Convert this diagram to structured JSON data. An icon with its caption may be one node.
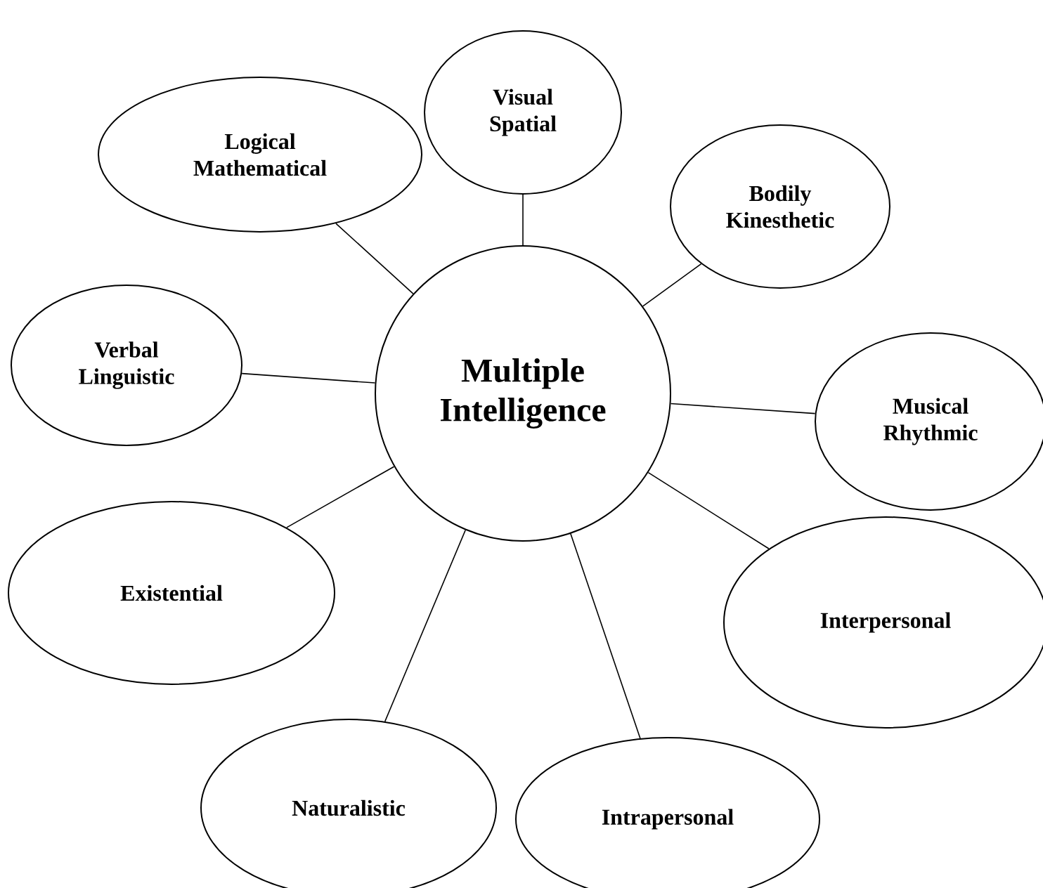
{
  "diagram": {
    "nodes": [
      {
        "text": [
          "Multiple Intelligence"
        ]
      },
      {
        "text": [
          "Visual Spatial"
        ]
      },
      {
        "text": [
          "Bodily Kinesthetic"
        ]
      },
      {
        "text": [
          "Musical Rhythmic"
        ]
      },
      {
        "text": [
          "Interpersonal"
        ]
      },
      {
        "text": [
          "Intrapersonal"
        ]
      },
      {
        "text": [
          "Naturalistic"
        ]
      },
      {
        "text": [
          "Existential"
        ]
      },
      {
        "text": [
          "Verbal Linguistic"
        ]
      },
      {
        "text": [
          "Logical Mathematical"
        ]
      }
    ],
    "edges": [
      {
        "from": 0,
        "to": 1,
        "arrow": "none"
      },
      {
        "from": 0,
        "to": 2,
        "arrow": "none"
      },
      {
        "from": 0,
        "to": 3,
        "arrow": "none"
      },
      {
        "from": 0,
        "to": 4,
        "arrow": "none"
      },
      {
        "from": 0,
        "to": 5,
        "arrow": "none"
      },
      {
        "from": 0,
        "to": 6,
        "arrow": "none"
      },
      {
        "from": 0,
        "to": 7,
        "arrow": "none"
      },
      {
        "from": 0,
        "to": 8,
        "arrow": "none"
      },
      {
        "from": 0,
        "to": 9,
        "arrow": "none"
      }
    ]
  }
}
